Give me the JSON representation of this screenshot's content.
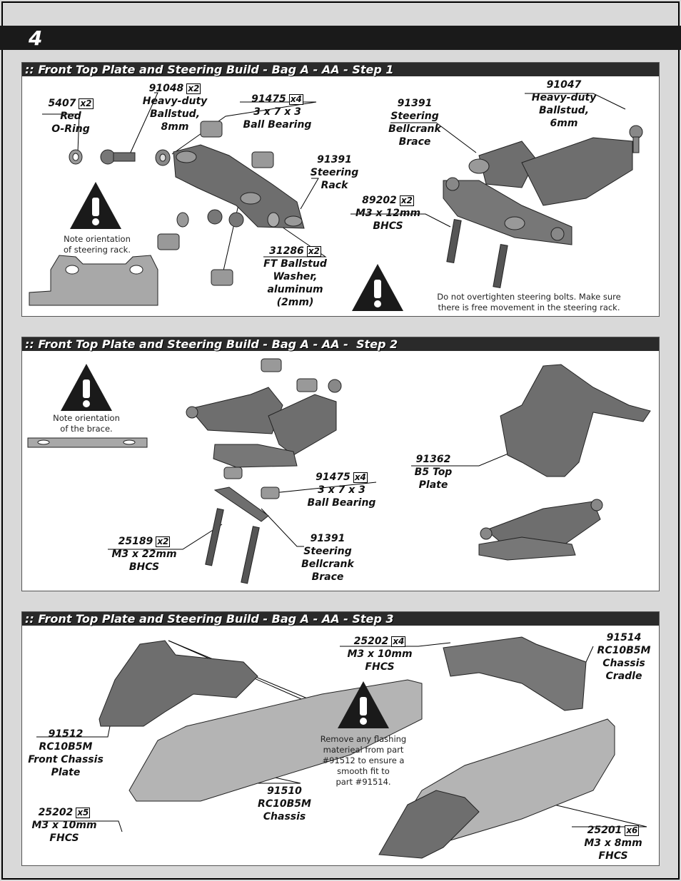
{
  "page": {
    "number": "4"
  },
  "steps": [
    {
      "title": ":: Front Top Plate and Steering Build - Bag A - AA - Step 1",
      "parts": [
        {
          "pn": "5407",
          "qty": "x2",
          "desc": "Red\nO-Ring"
        },
        {
          "pn": "91048",
          "qty": "x2",
          "desc": "Heavy-duty\nBallstud,\n8mm"
        },
        {
          "pn": "91475",
          "qty": "x4",
          "desc": "3 x 7 x 3\nBall Bearing"
        },
        {
          "pn": "91391",
          "qty": "",
          "desc": "Steering\nRack"
        },
        {
          "pn": "31286",
          "qty": "x2",
          "desc": "FT Ballstud\nWasher,\naluminum\n(2mm)"
        },
        {
          "pn": "91391",
          "qty": "",
          "desc": "Steering\nBellcrank\nBrace"
        },
        {
          "pn": "91047",
          "qty": "",
          "desc": "Heavy-duty\nBallstud,\n6mm"
        },
        {
          "pn": "89202",
          "qty": "x2",
          "desc": "M3 x 12mm\nBHCS"
        }
      ],
      "notes": [
        "Note orientation\nof steering rack.",
        "Do not overtighten steering bolts.  Make sure\nthere is free movement in the steering rack."
      ]
    },
    {
      "title": ":: Front Top Plate and Steering Build - Bag A - AA -  Step 2",
      "parts": [
        {
          "pn": "91475",
          "qty": "x4",
          "desc": "3 x 7 x 3\nBall Bearing"
        },
        {
          "pn": "25189",
          "qty": "x2",
          "desc": "M3 x 22mm\nBHCS"
        },
        {
          "pn": "91391",
          "qty": "",
          "desc": "Steering\nBellcrank\nBrace"
        },
        {
          "pn": "91362",
          "qty": "",
          "desc": "B5 Top\nPlate"
        }
      ],
      "notes": [
        "Note orientation\nof the brace."
      ]
    },
    {
      "title": ":: Front Top Plate and Steering Build - Bag A - AA - Step 3",
      "parts": [
        {
          "pn": "91512",
          "qty": "",
          "desc": "RC10B5M\nFront Chassis\nPlate"
        },
        {
          "pn": "25202",
          "qty": "x5",
          "desc": "M3 x 10mm\nFHCS"
        },
        {
          "pn": "91510",
          "qty": "",
          "desc": "RC10B5M\nChassis"
        },
        {
          "pn": "25202",
          "qty": "x4",
          "desc": "M3 x 10mm\nFHCS"
        },
        {
          "pn": "91514",
          "qty": "",
          "desc": "RC10B5M\nChassis\nCradle"
        },
        {
          "pn": "25201",
          "qty": "x6",
          "desc": "M3 x 8mm\nFHCS"
        }
      ],
      "notes": [
        "Remove any flashing\nmaterieal from part\n#91512 to ensure a\nsmooth fit to\npart #91514."
      ]
    }
  ],
  "icons": {
    "warning": "warning-triangle-icon",
    "colors": {
      "header": "#1a1a1a",
      "title_bar": "#2a2a2a",
      "part_gray": "#6e6e6e",
      "plate_gray": "#b4b4b4"
    }
  }
}
